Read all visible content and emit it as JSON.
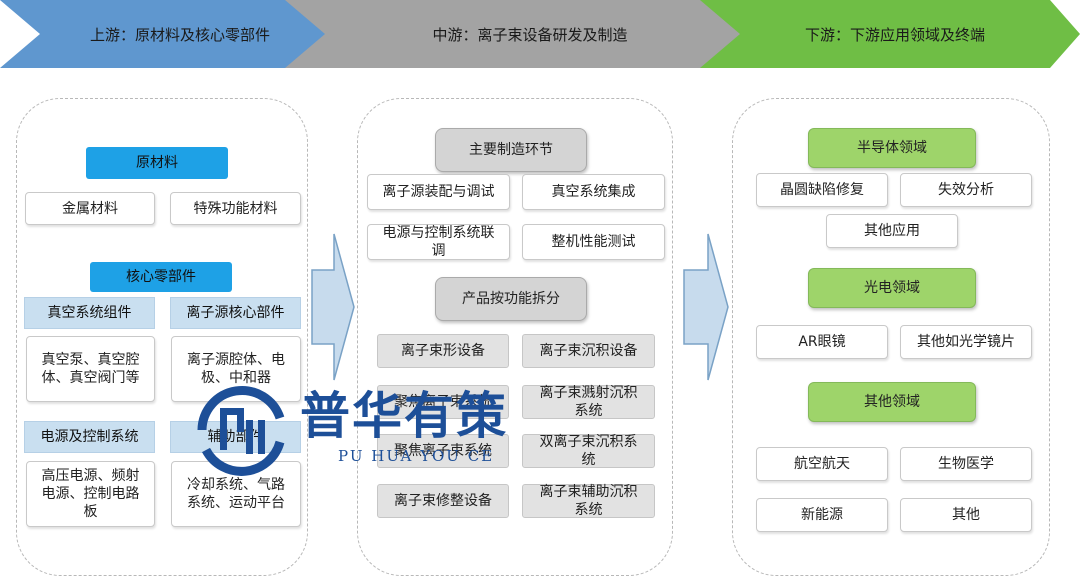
{
  "stages": [
    {
      "label": "上游：原材料及核心零部件",
      "color": "#5f97cf"
    },
    {
      "label": "中游：离子束设备研发及制造",
      "color": "#9b9b9b"
    },
    {
      "label": "下游：下游应用领域及终端",
      "color": "#6fbe45"
    }
  ],
  "upstream": {
    "raw_title": "原材料",
    "raw_items": [
      "金属材料",
      "特殊功能材料"
    ],
    "core_title": "核心零部件",
    "groups": [
      {
        "title": "真空系统组件",
        "body": "真空泵、真空腔体、真空阀门等"
      },
      {
        "title": "离子源核心部件",
        "body": "离子源腔体、电极、中和器"
      },
      {
        "title": "电源及控制系统",
        "body": "高压电源、频射电源、控制电路板"
      },
      {
        "title": "辅助部件",
        "body": "冷却系统、气路系统、运动平台"
      }
    ]
  },
  "midstream": {
    "mfg_title": "主要制造环节",
    "mfg_items": [
      "离子源装配与调试",
      "真空系统集成",
      "电源与控制系统联调",
      "整机性能测试"
    ],
    "func_title": "产品按功能拆分",
    "func_items": [
      "离子束形设备",
      "离子束沉积设备",
      "聚焦离子束系统",
      "离子束溅射沉积系统",
      "聚焦离子束系统",
      "双离子束沉积系统",
      "离子束修整设备",
      "离子束辅助沉积系统"
    ]
  },
  "downstream": {
    "sections": [
      {
        "title": "半导体领域",
        "items": [
          "晶圆缺陷修复",
          "失效分析",
          "其他应用"
        ]
      },
      {
        "title": "光电领域",
        "items": [
          "AR眼镜",
          "其他如光学镜片"
        ]
      },
      {
        "title": "其他领域",
        "items": [
          "航空航天",
          "生物医学",
          "新能源",
          "其他"
        ]
      }
    ]
  },
  "watermark": {
    "cn": "普华有策",
    "en": "PU HUA YOU CE",
    "color": "#1d4f98"
  }
}
